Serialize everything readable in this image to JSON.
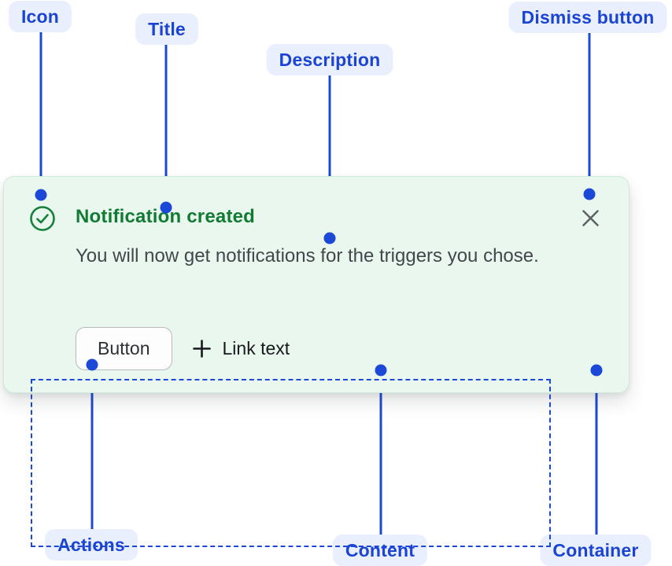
{
  "callouts": {
    "icon": "Icon",
    "title": "Title",
    "description": "Description",
    "dismiss": "Dismiss button",
    "actions": "Actions",
    "content": "Content",
    "container": "Container"
  },
  "toast": {
    "title": "Notification created",
    "description": "You will now get notifications for the triggers you chose.",
    "button_label": "Button",
    "link_label": "Link text",
    "icons": {
      "status": "check-circle-icon",
      "link_prefix": "plus-icon",
      "dismiss": "close-icon"
    }
  },
  "colors": {
    "annotation_blue": "#1c48d8",
    "annotation_pill_bg": "#e9effd",
    "annotation_pill_text": "#1b44d2",
    "card_bg": "#e9f7ef",
    "card_border": "#cfeada",
    "success_green": "#117b33",
    "description_gray": "#43474b",
    "dismiss_gray": "#5c6165"
  }
}
